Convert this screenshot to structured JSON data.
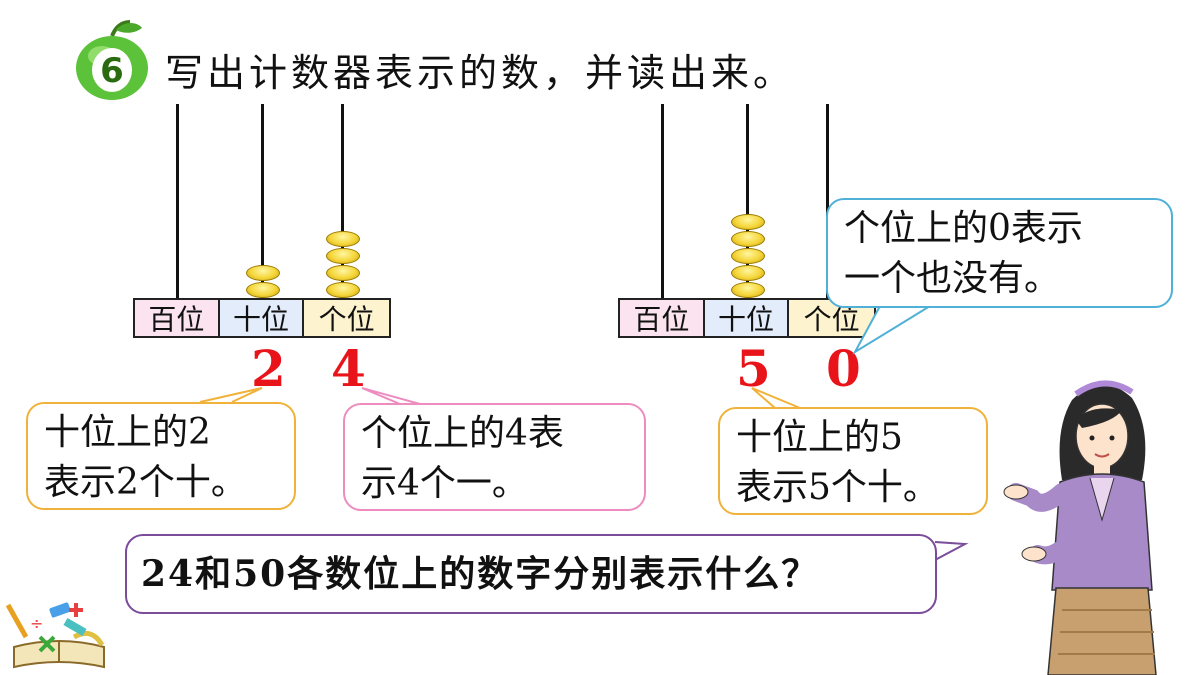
{
  "problem": {
    "number": "6",
    "instruction": "写出计数器表示的数，并读出来。"
  },
  "abacus_left": {
    "labels": [
      "百位",
      "十位",
      "个位"
    ],
    "beads": [
      0,
      2,
      4
    ],
    "digits": [
      "2",
      "4"
    ]
  },
  "abacus_right": {
    "labels": [
      "百位",
      "十位",
      "个位"
    ],
    "beads": [
      0,
      5,
      0
    ],
    "digits": [
      "5",
      "0"
    ]
  },
  "bubbles": {
    "tens_2": {
      "line1": "十位上的2",
      "line2": "表示2个十。"
    },
    "ones_4": {
      "line1": "个位上的4表",
      "line2": "示4个一。"
    },
    "tens_5": {
      "line1": "十位上的5",
      "line2": "表示5个十。"
    },
    "ones_0": {
      "line1": "个位上的0表示",
      "line2": "一个也没有。"
    }
  },
  "question": "24和50各数位上的数字分别表示什么？",
  "colors": {
    "digit": "#e8141a",
    "bead": "#f5d63a",
    "hundreds_cell": "#fbe3ef",
    "tens_cell": "#e3ecfb",
    "ones_cell": "#fdf3cf",
    "apple": "#5cc23a"
  },
  "icons": [
    "apple-number-badge",
    "teacher-figure",
    "math-tools-book-icon"
  ]
}
